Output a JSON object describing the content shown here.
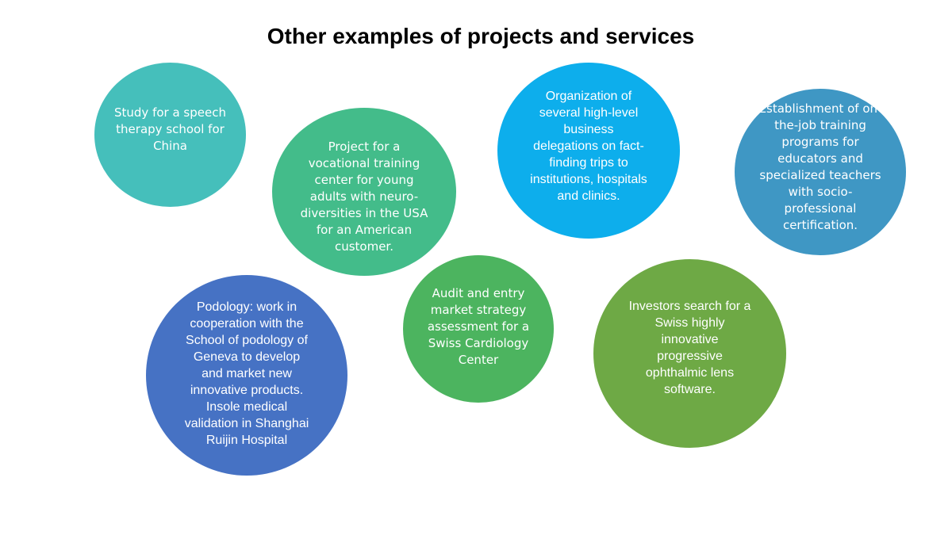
{
  "title": "Other examples of projects and services",
  "colors": {
    "teal": "#45BFBB",
    "green_teal": "#43BC8A",
    "sky_blue": "#0DAEEC",
    "steel_blue": "#3F97C4",
    "royal_blue": "#4672C4",
    "green": "#4CB45F",
    "olive_green": "#6EA945"
  },
  "bubbles": {
    "speech_therapy": "Study for a speech\ntherapy school for\nChina",
    "vocational_training": "Project for a\nvocational training\ncenter for young\nadults with neuro-\ndiversities in the USA\nfor an American\ncustomer.",
    "business_delegations": "Organization of\nseveral high-level\nbusiness\ndelegations on fact-\nfinding trips to\ninstitutions, hospitals\nand clinics.",
    "educator_training": "Establishment of on-\nthe-job training\nprograms for\neducators and\nspecialized teachers\nwith socio-\nprofessional\ncertification.",
    "podology": "Podology: work in\ncooperation with the\nSchool of podology of\nGeneva to develop\nand market new\ninnovative products.\nInsole medical\nvalidation in Shanghai\nRuijin Hospital",
    "cardiology_audit": "Audit and entry\nmarket strategy\nassessment for a\nSwiss Cardiology\nCenter",
    "investors_search": "Investors search for a\nSwiss highly\ninnovative\nprogressive\nophthalmic lens\nsoftware."
  }
}
